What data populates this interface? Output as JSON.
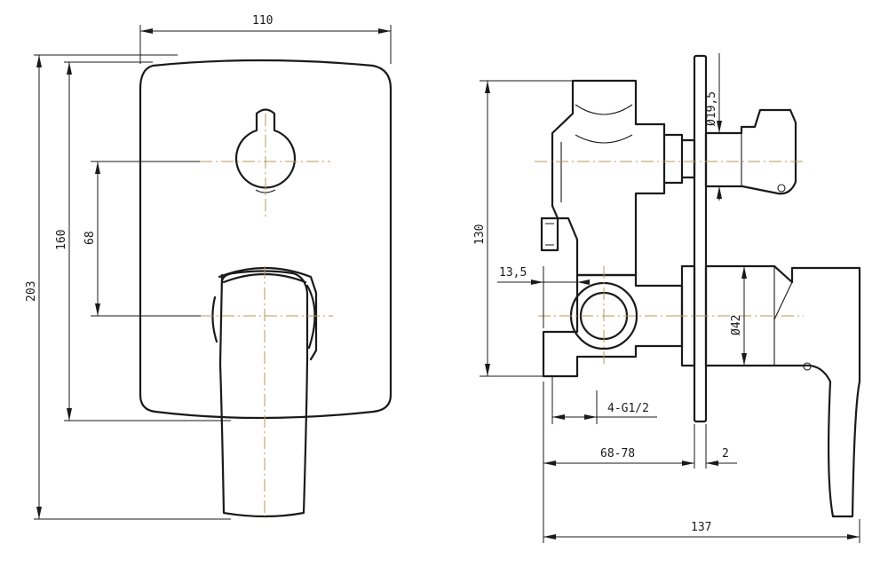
{
  "dimensions": {
    "front_width": "110",
    "total_height": "203",
    "plate_height": "160",
    "knob_to_lever": "68",
    "body_height": "130",
    "offset_13_5": "13,5",
    "outlet_dia": "Ø19,5",
    "lever_dia": "Ø42",
    "thread": "4-G1/2",
    "wall_depth": "68-78",
    "plate_thickness": "2",
    "total_depth": "137"
  },
  "colors": {
    "line": "#1a1a1a",
    "centerline": "#b8965a",
    "background": "#ffffff"
  }
}
